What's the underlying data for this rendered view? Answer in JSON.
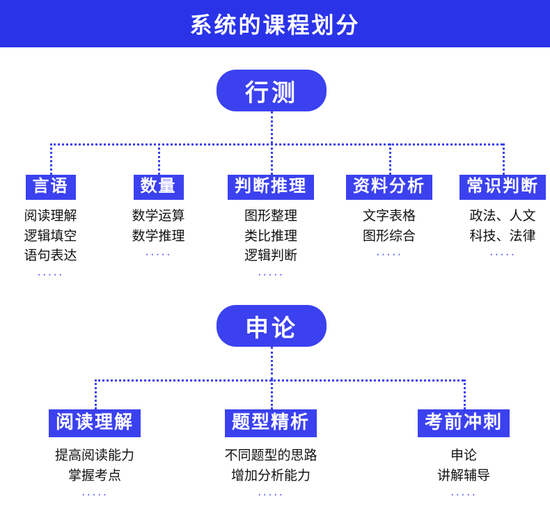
{
  "header": {
    "title": "系统的课程划分"
  },
  "diagram": {
    "ellipsis": "·····",
    "sections": [
      {
        "root": "行测",
        "categories": [
          {
            "label": "言语",
            "items": [
              "阅读理解",
              "逻辑填空",
              "语句表达"
            ]
          },
          {
            "label": "数量",
            "items": [
              "数学运算",
              "数学推理"
            ]
          },
          {
            "label": "判断推理",
            "items": [
              "图形整理",
              "类比推理",
              "逻辑判断"
            ]
          },
          {
            "label": "资料分析",
            "items": [
              "文字表格",
              "图形综合"
            ]
          },
          {
            "label": "常识判断",
            "items": [
              "政法、人文",
              "科技、法律"
            ]
          }
        ]
      },
      {
        "root": "申论",
        "categories": [
          {
            "label": "阅读理解",
            "items": [
              "提高阅读能力",
              "掌握考点"
            ]
          },
          {
            "label": "题型精析",
            "items": [
              "不同题型的思路",
              "增加分析能力"
            ]
          },
          {
            "label": "考前冲刺",
            "items": [
              "申论",
              "讲解辅导"
            ]
          }
        ]
      }
    ]
  },
  "colors": {
    "brand": "#3b41ef",
    "header_bg": "#2a33e8",
    "text": "#111111"
  }
}
